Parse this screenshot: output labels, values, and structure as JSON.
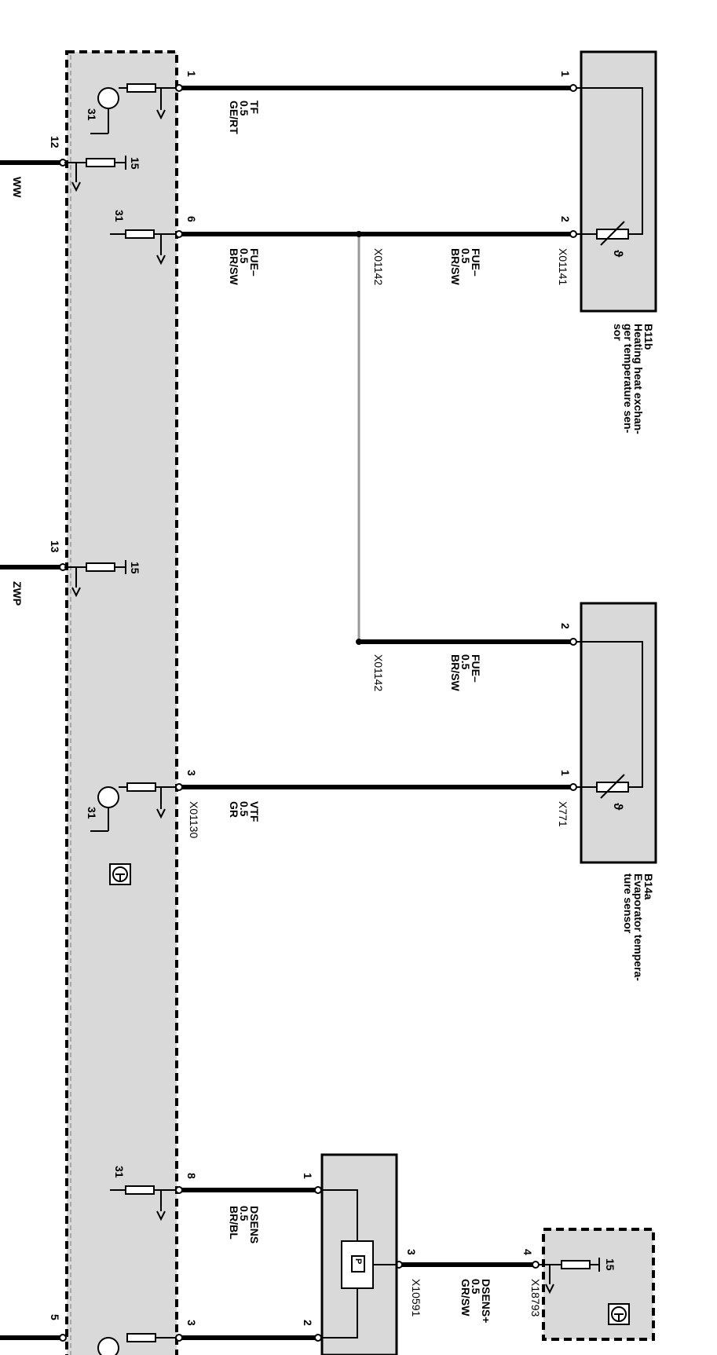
{
  "components": {
    "b11b": {
      "id": "B11b",
      "description": [
        "Heating heat exchan-",
        "ger temperature sen-",
        "sor"
      ]
    },
    "b14a": {
      "id": "B14a",
      "description": [
        "Evaporator tempera-",
        "ture sensor"
      ]
    }
  },
  "wires": {
    "tf": {
      "signal": "TF",
      "gauge": "0.5",
      "color": "GE/RT"
    },
    "fue_a": {
      "signal": "FUE–",
      "gauge": "0.5",
      "color": "BR/SW"
    },
    "fue_b": {
      "signal": "FUE–",
      "gauge": "0.5",
      "color": "BR/SW"
    },
    "fue_c": {
      "signal": "FUE–",
      "gauge": "0.5",
      "color": "BR/SW"
    },
    "vtf": {
      "signal": "VTF",
      "gauge": "0.5",
      "color": "GR"
    },
    "dsens_minus": {
      "signal": "DSENS",
      "gauge": "0.5",
      "color": "BR/BL"
    },
    "dsens_plus": {
      "signal": "DSENS+",
      "gauge": "0.5",
      "color": "GR/SW"
    }
  },
  "connectors": {
    "x01141": "X01141",
    "x01142_a": "X01142",
    "x01142_b": "X01142",
    "x771": "X771",
    "x01130": "X01130",
    "x10591": "X10591",
    "x18793": "X18793"
  },
  "external_lines": {
    "ww": "WW",
    "zwp": "ZWP"
  },
  "pins": {
    "cu_1": "1",
    "cu_6": "6",
    "cu_3": "3",
    "cu_8": "8",
    "cu_3b": "3",
    "cu_12": "12",
    "cu_13": "13",
    "cu_5": "5",
    "b11b_1": "1",
    "b11b_2": "2",
    "b14a_2": "2",
    "b14a_1": "1",
    "p_1": "1",
    "p_2": "2",
    "p_3": "3",
    "sw_4": "4"
  },
  "supply_labels": {
    "g31_a": "31",
    "g31_b": "31",
    "g31_c": "31",
    "g31_d": "31",
    "s15_a": "15",
    "s15_b": "15",
    "s15_c": "15"
  },
  "symbols": {
    "theta": "ϑ",
    "pressure": "P"
  }
}
